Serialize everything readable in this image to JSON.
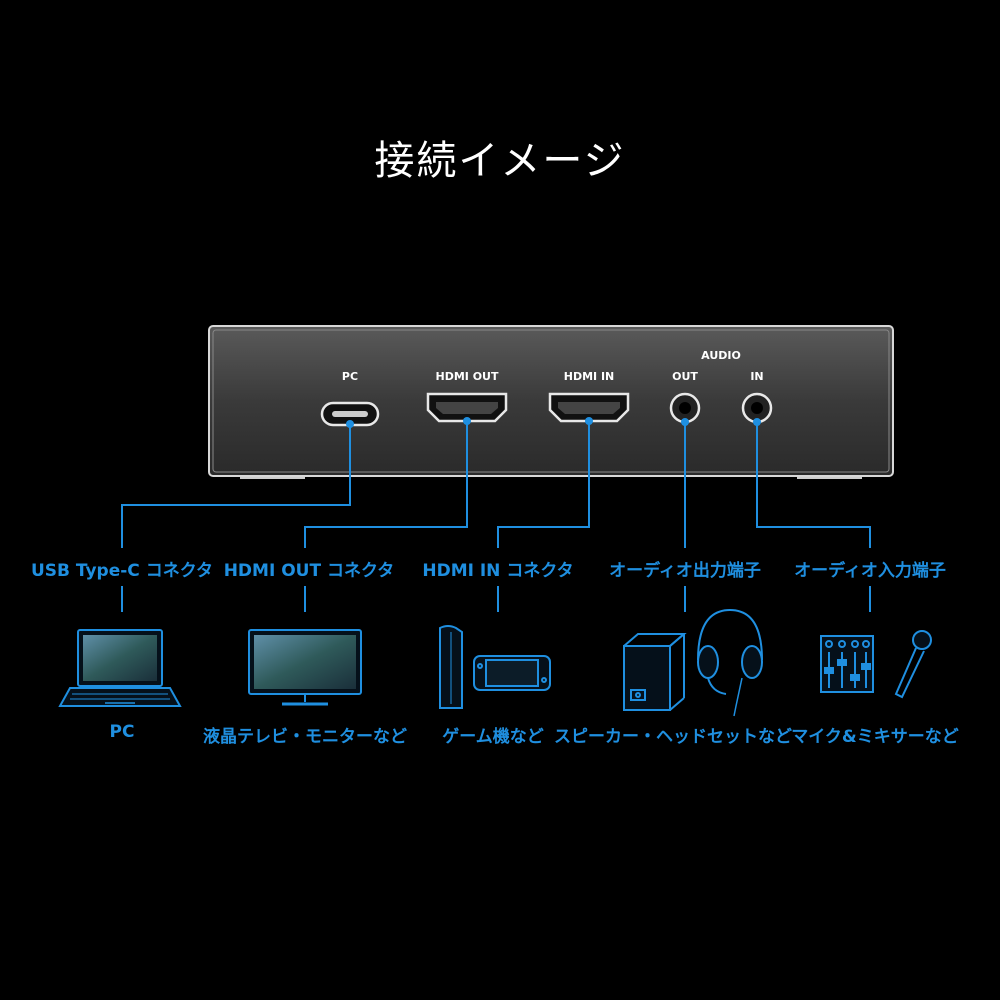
{
  "title": "接続イメージ",
  "device": {
    "ports": {
      "pc": "PC",
      "hdmi_out": "HDMI OUT",
      "hdmi_in": "HDMI IN",
      "audio": "AUDIO",
      "audio_out": "OUT",
      "audio_in": "IN"
    }
  },
  "connectors": [
    {
      "label": "USB Type-C コネクタ"
    },
    {
      "label": "HDMI OUT コネクタ"
    },
    {
      "label": "HDMI IN コネクタ"
    },
    {
      "label": "オーディオ出力端子"
    },
    {
      "label": "オーディオ入力端子"
    }
  ],
  "devices": [
    {
      "label": "PC",
      "icon": "laptop-icon"
    },
    {
      "label": "液晶テレビ・モニターなど",
      "icon": "monitor-icon"
    },
    {
      "label": "ゲーム機など",
      "icon": "game-console-icon"
    },
    {
      "label": "スピーカー・ヘッドセットなど",
      "icon": "speaker-headset-icon"
    },
    {
      "label": "マイク&ミキサーなど",
      "icon": "mic-mixer-icon"
    }
  ],
  "colors": {
    "background": "#000000",
    "accent": "#1f8fe0",
    "device_body": "#3a3a3a",
    "title": "#ffffff"
  }
}
